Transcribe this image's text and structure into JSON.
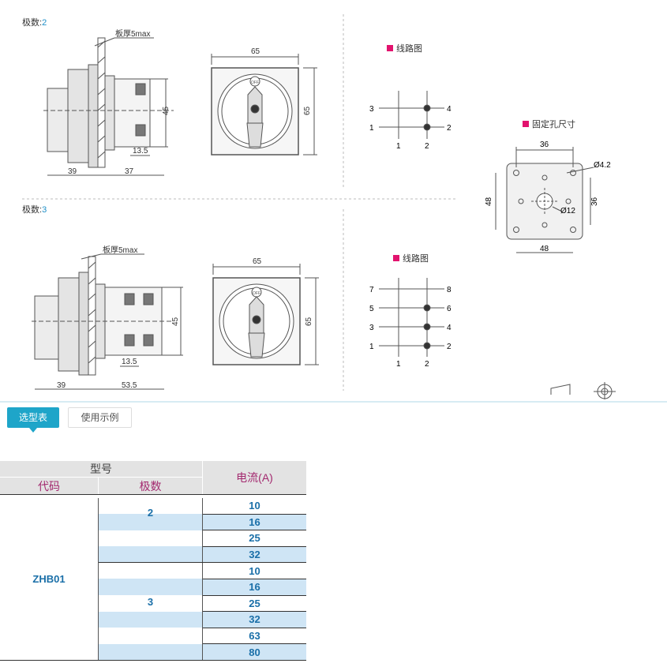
{
  "drawing": {
    "poles_label_2": "极数:",
    "poles_value_2": "2",
    "poles_label_3": "极数:",
    "poles_value_3": "3",
    "panel_thickness": "板厚5max",
    "dim_65": "65",
    "dim_45": "45",
    "dim_13_5": "13.5",
    "dim_39": "39",
    "dim_37": "37",
    "dim_53_5": "53.5",
    "off_label": "OFF",
    "wiring_title": "线路图",
    "mount_title": "固定孔尺寸",
    "dim_36": "36",
    "dim_48": "48",
    "dim_phi42": "Ø4.2",
    "dim_phi12": "Ø12",
    "wiring2": {
      "left": [
        "3",
        "1"
      ],
      "right": [
        "4",
        "2"
      ],
      "bottom": [
        "1",
        "2"
      ]
    },
    "wiring3": {
      "left": [
        "7",
        "5",
        "3",
        "1"
      ],
      "right": [
        "8",
        "6",
        "4",
        "2"
      ],
      "bottom": [
        "1",
        "2"
      ]
    },
    "accent_color": "#e2136e"
  },
  "tabs": {
    "active": "选型表",
    "inactive": "使用示例"
  },
  "table": {
    "model": "型号",
    "code": "代码",
    "poles": "极数",
    "current": "电流(A)",
    "code_value": "ZHB01",
    "poles_2": "2",
    "poles_3": "3",
    "currents": [
      "10",
      "16",
      "25",
      "32",
      "10",
      "16",
      "25",
      "32",
      "63",
      "80"
    ]
  }
}
